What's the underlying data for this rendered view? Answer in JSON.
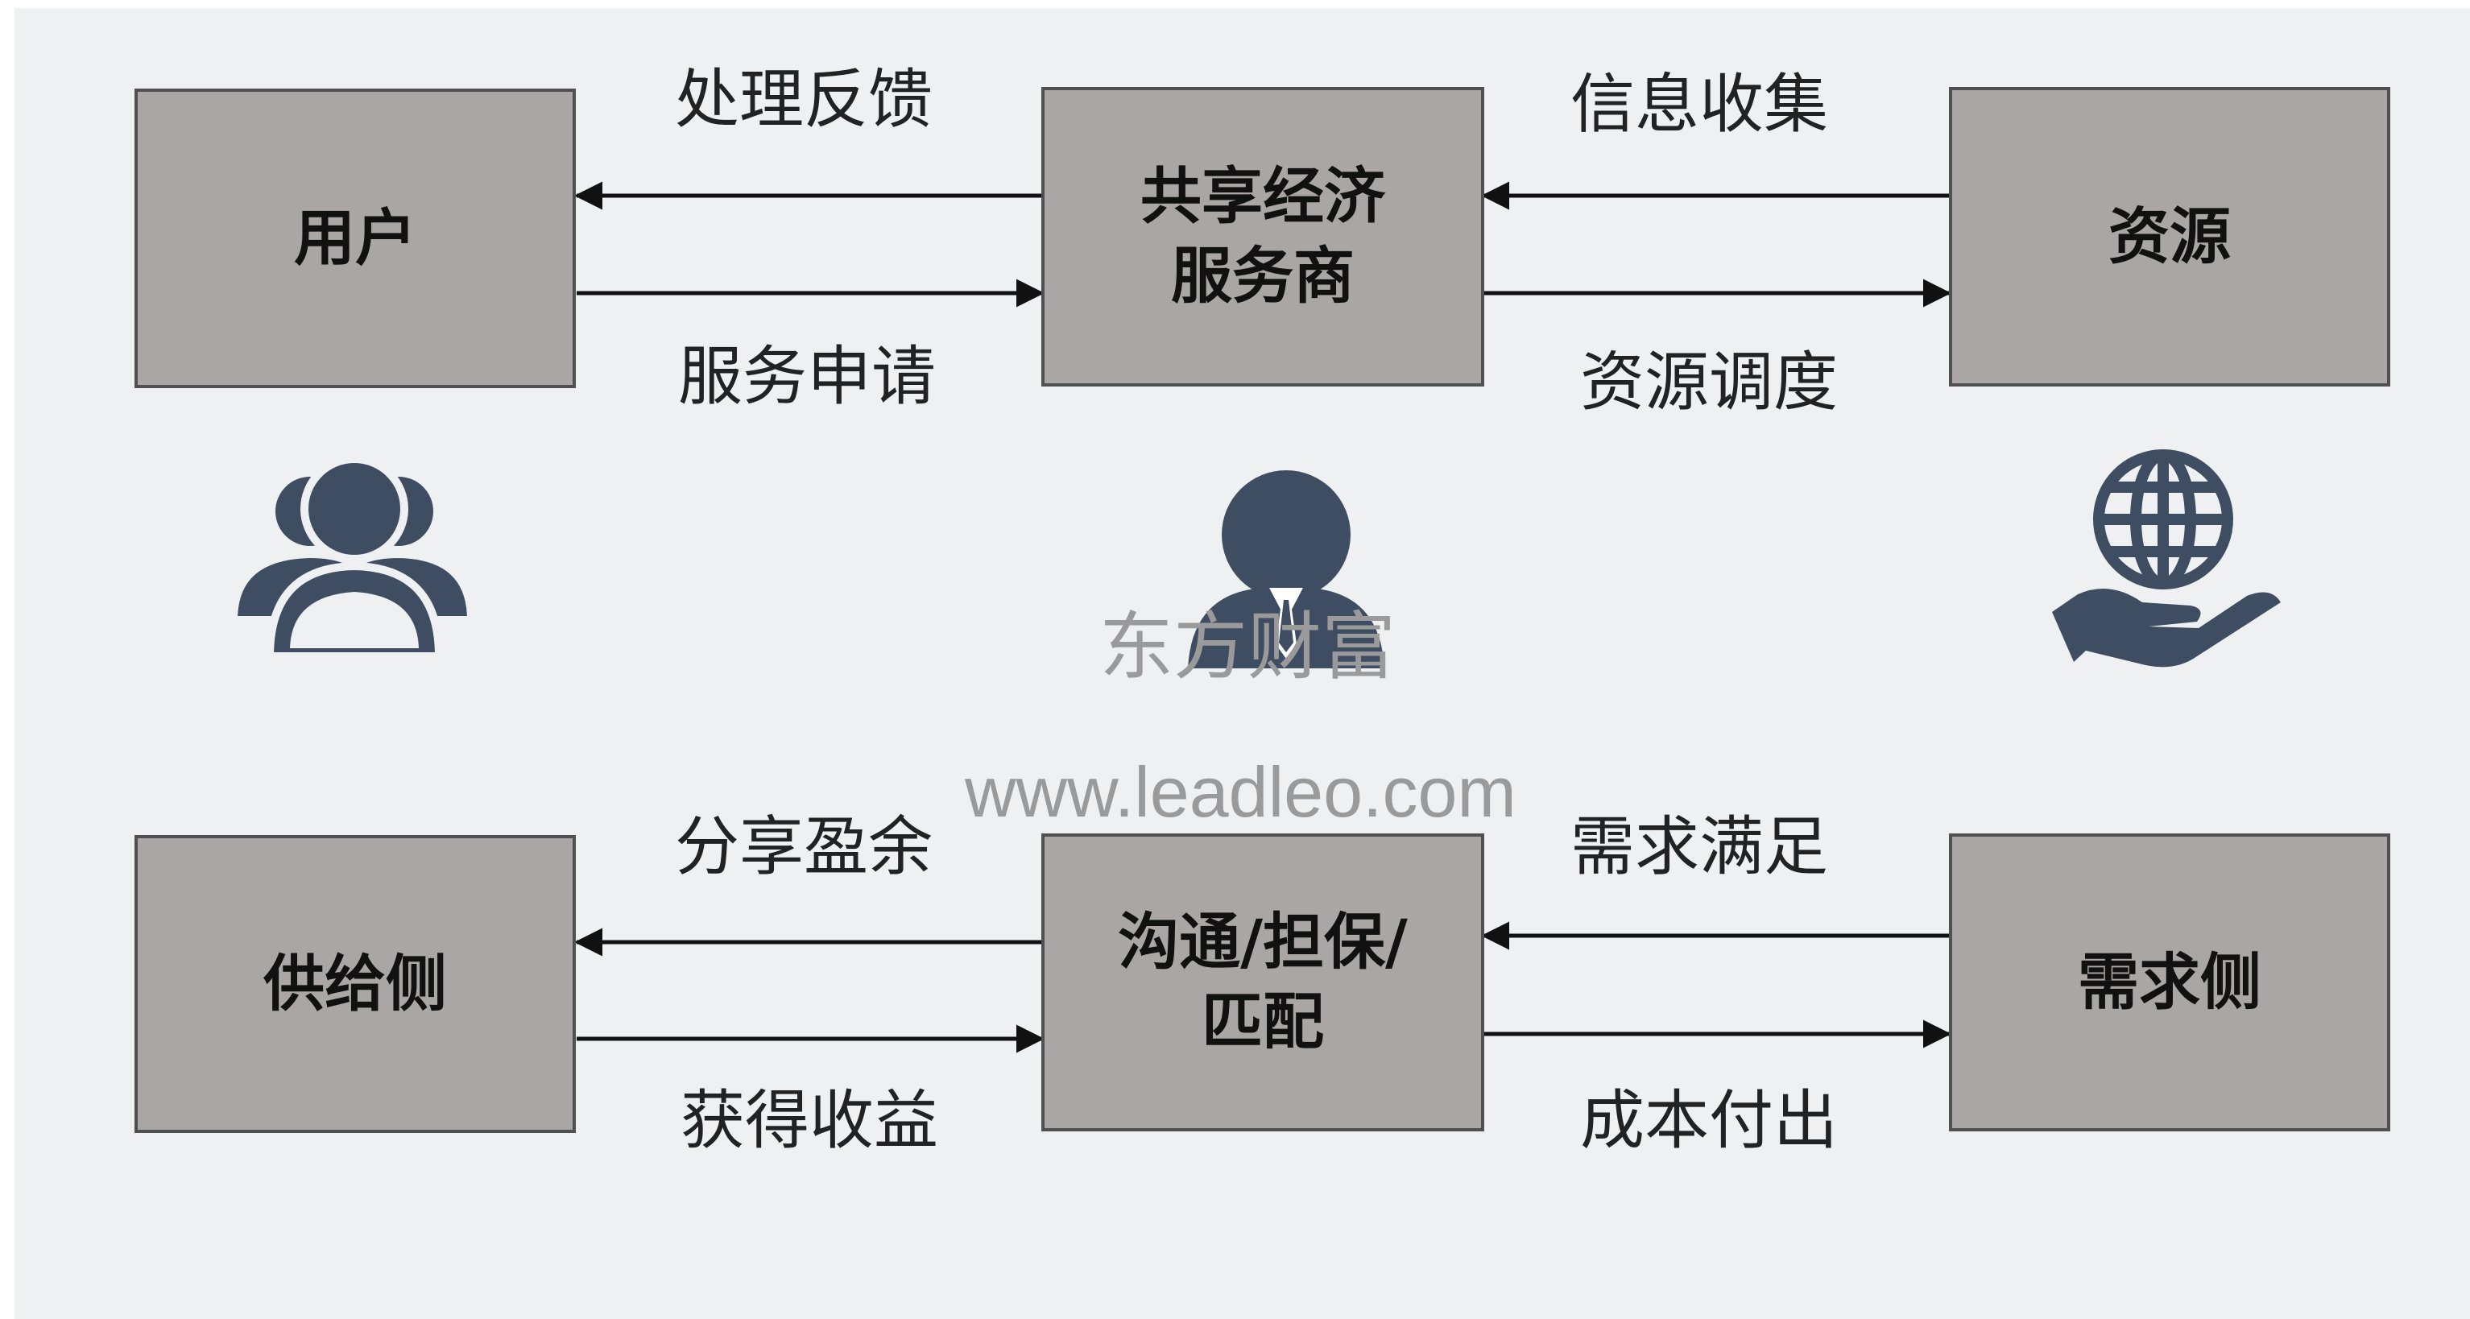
{
  "colors": {
    "background": "#eef0f2",
    "box_fill": "#a9a6a5",
    "box_border": "#505050",
    "icon": "#3f4d62",
    "arrow": "#111111"
  },
  "top_row": {
    "left_box": "用户",
    "center_box_line1": "共享经济",
    "center_box_line2": "服务商",
    "right_box": "资源",
    "left_upper_label": "处理反馈",
    "left_lower_label": "服务申请",
    "right_upper_label": "信息收集",
    "right_lower_label": "资源调度"
  },
  "bottom_row": {
    "left_box": "供给侧",
    "center_box_line1": "沟通/担保/",
    "center_box_line2": "匹配",
    "right_box": "需求侧",
    "left_upper_label": "分享盈余",
    "left_lower_label": "获得收益",
    "right_upper_label": "需求满足",
    "right_lower_label": "成本付出"
  },
  "icons": [
    "users-group-icon",
    "businessman-tie-icon",
    "globe-in-hand-icon"
  ],
  "watermark": {
    "cn": "东方财富",
    "url": "www.leadleo.com"
  }
}
